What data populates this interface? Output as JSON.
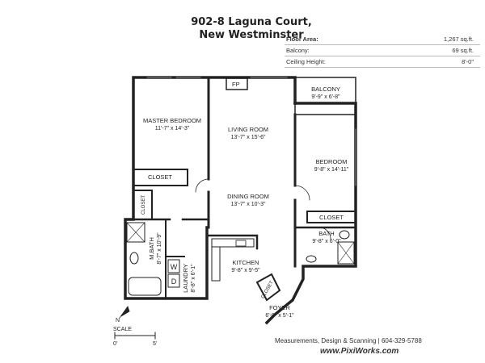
{
  "header": {
    "address_line1": "902-8 Laguna Court,",
    "address_line2": "New Westminster"
  },
  "facts": [
    {
      "label": "Floor Area:",
      "value": "1,267 sq.ft."
    },
    {
      "label": "Balcony:",
      "value": "69 sq.ft."
    },
    {
      "label": "Ceiling Height:",
      "value": "8'-0\""
    }
  ],
  "rooms": {
    "master_bedroom": {
      "name": "MASTER BEDROOM",
      "dims": "11'-7\" x 14'-3\""
    },
    "living_room": {
      "name": "LIVING ROOM",
      "dims": "13'-7\" x 15'-6\""
    },
    "dining_room": {
      "name": "DINING ROOM",
      "dims": "13'-7\" x 10'-3\""
    },
    "balcony": {
      "name": "BALCONY",
      "dims": "9'-9\" x 6'-8\""
    },
    "bedroom": {
      "name": "BEDROOM",
      "dims": "9'-8\" x 14'-11\""
    },
    "kitchen": {
      "name": "KITCHEN",
      "dims": "9'-8\" x 9'-5\""
    },
    "bath": {
      "name": "BATH",
      "dims": "9'-8\" x 6'-0\""
    },
    "m_bath": {
      "name": "M.BATH",
      "dims": "8'-7\" x 10'-9\""
    },
    "laundry": {
      "name": "LAUNDRY",
      "dims": "8'-8\" x 6'-1\""
    },
    "foyer": {
      "name": "FOYER",
      "dims": "6'-8\" x 5'-1\""
    }
  },
  "labels": {
    "fp": "FP",
    "closet": "CLOSET",
    "washer": "W",
    "dryer": "D",
    "north": "N",
    "scale": "SCALE",
    "scale_start": "0'",
    "scale_end": "5'"
  },
  "footer": {
    "credit": "Measurements, Design & Scanning",
    "phone": "604-329-5788",
    "website": "www.PixiWorks.com"
  }
}
